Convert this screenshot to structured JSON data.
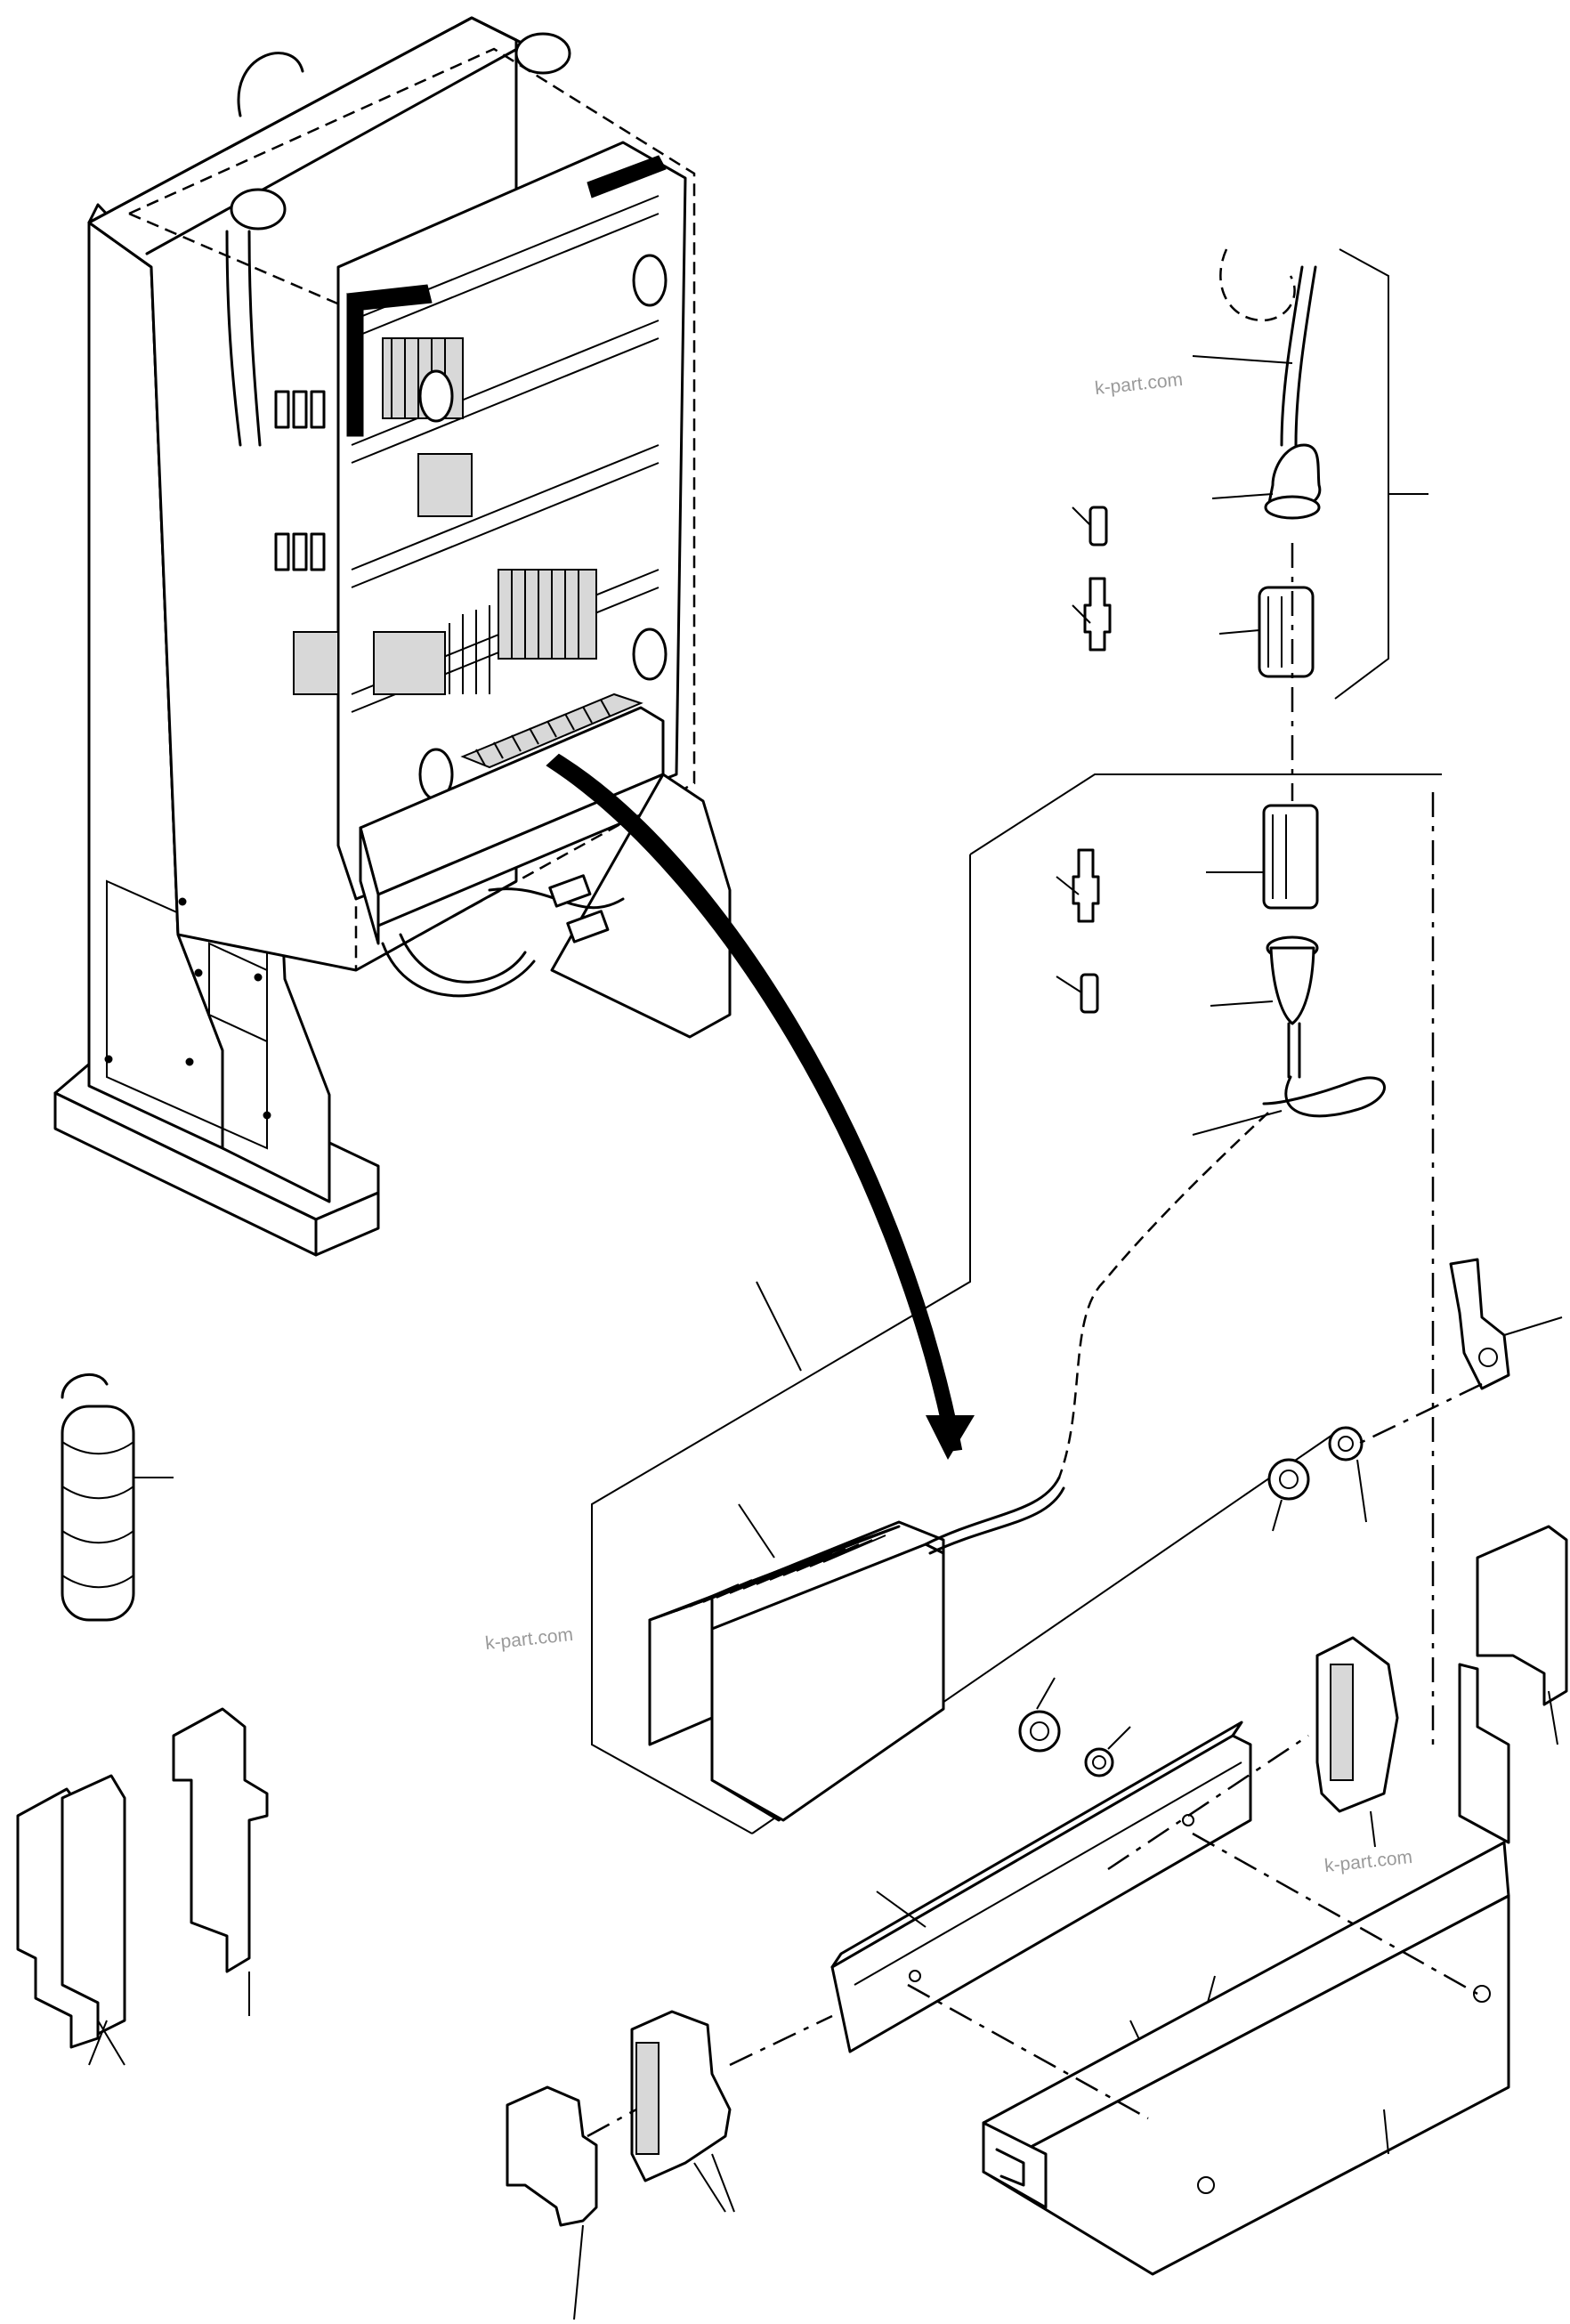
{
  "watermarks": [
    "k-part.com",
    "k-part.com",
    "k-part.com"
  ]
}
